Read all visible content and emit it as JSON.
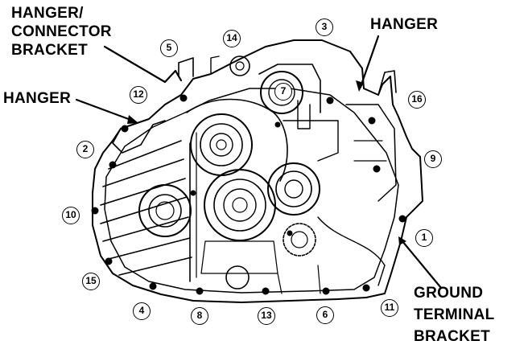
{
  "labels": {
    "hanger_connector_line1": "HANGER/",
    "hanger_connector_line2": "CONNECTOR",
    "hanger_connector_line3": "BRACKET",
    "hanger_left": "HANGER",
    "hanger_right": "HANGER",
    "ground_line1": "GROUND",
    "ground_line2": "TERMINAL",
    "ground_line3": "BRACKET"
  },
  "callouts": {
    "c1": "1",
    "c2": "2",
    "c3": "3",
    "c4": "4",
    "c5": "5",
    "c6": "6",
    "c7": "7",
    "c8": "8",
    "c9": "9",
    "c10": "10",
    "c11": "11",
    "c12": "12",
    "c13": "13",
    "c14": "14",
    "c15": "15",
    "c16": "16"
  }
}
